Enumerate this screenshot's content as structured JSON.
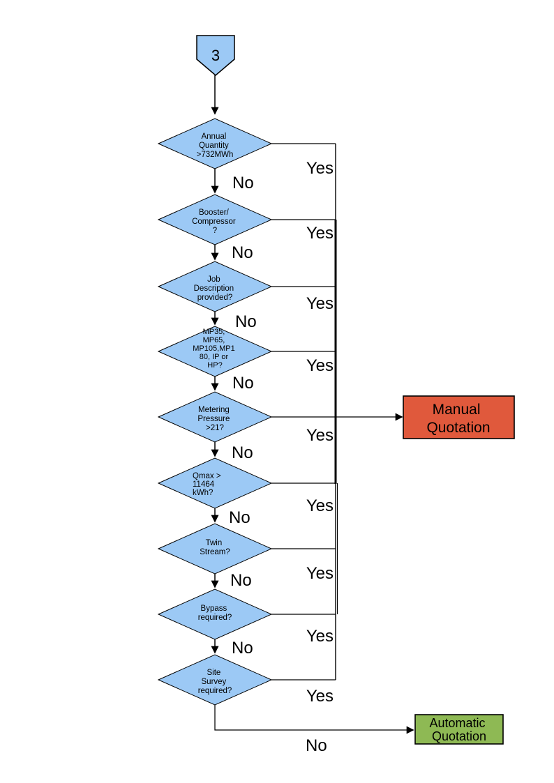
{
  "diagram": {
    "connector": {
      "label": "3"
    },
    "labels": {
      "yes": "Yes",
      "no": "No"
    },
    "decisions": [
      {
        "name": "annual-quantity",
        "lines": [
          "Annual",
          "Quantity",
          ">732MWh"
        ]
      },
      {
        "name": "booster-compressor",
        "lines": [
          "Booster/",
          "Compressor",
          "?"
        ]
      },
      {
        "name": "job-description",
        "lines": [
          "Job",
          "Description",
          "provided?"
        ]
      },
      {
        "name": "meter-type",
        "lines": [
          "MP35,",
          "MP65,",
          "MP105,MP1",
          "80, IP or",
          "HP?"
        ]
      },
      {
        "name": "metering-pressure",
        "lines": [
          "Metering",
          "Pressure",
          ">21?"
        ]
      },
      {
        "name": "qmax",
        "lines": [
          "Qmax >",
          "11464",
          "kWh?"
        ]
      },
      {
        "name": "twin-stream",
        "lines": [
          "Twin",
          "Stream?"
        ]
      },
      {
        "name": "bypass",
        "lines": [
          "Bypass",
          "required?"
        ]
      },
      {
        "name": "site-survey",
        "lines": [
          "Site",
          "Survey",
          "required?"
        ]
      }
    ],
    "outcomes": {
      "manual": {
        "lines": [
          "Manual",
          "Quotation"
        ]
      },
      "automatic": {
        "lines": [
          "Automatic",
          "Quotation"
        ]
      }
    },
    "colors": {
      "decision_fill": "#9CC9F5",
      "connector_fill": "#9CC9F5",
      "manual_fill": "#E0593C",
      "automatic_fill": "#8EB954",
      "stroke": "#000000"
    }
  }
}
